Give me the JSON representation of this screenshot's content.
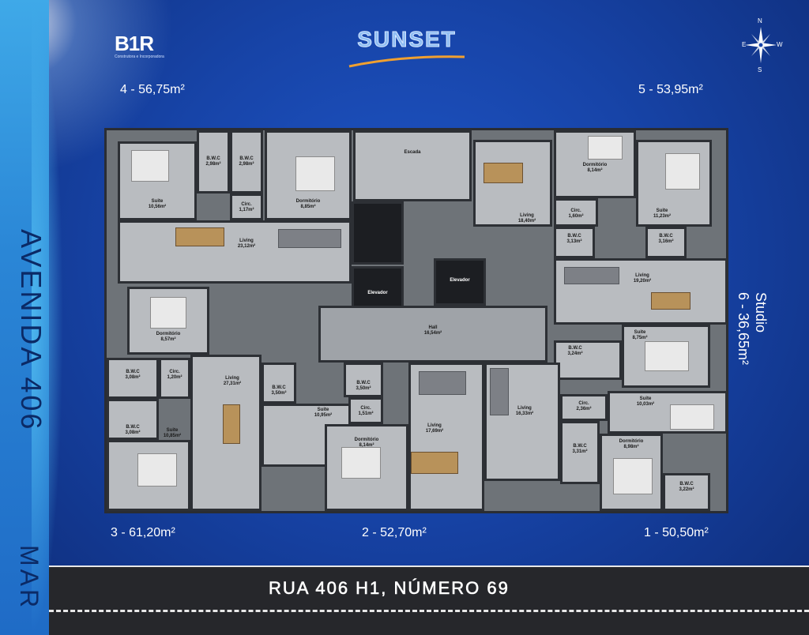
{
  "brand": {
    "logo_text": "B1R",
    "logo_sub": "Construtora e Incorporadora",
    "name": "SUNSET"
  },
  "compass": {
    "n": "N",
    "s": "S",
    "e": "E",
    "w": "W"
  },
  "streets": {
    "avenue": "AVENIDA 406",
    "sea": "MAR",
    "road": "RUA 406 H1, NÚMERO 69"
  },
  "units": {
    "u4": "4 - 56,75m²",
    "u5": "5 - 53,95m²",
    "u3": "3 - 61,20m²",
    "u2": "2 - 52,70m²",
    "u1": "1 - 50,50m²",
    "studio_line1": "Studio",
    "studio_line2": "6 - 36,65m²"
  },
  "rooms": {
    "escada": "Escada",
    "elevador1": "Elevador",
    "elevador2": "Elevador",
    "hall": "Hall\n16,54m²",
    "u4_suite": "Suite\n10,56m²",
    "u4_bwc1": "B.W.C\n2,98m²",
    "u4_bwc2": "B.W.C\n2,98m²",
    "u4_circ": "Circ.\n1,17m²",
    "u4_dorm": "Dormitório\n8,85m²",
    "u4_living": "Living\n23,12m²",
    "u3_dorm": "Dormitório\n8,57m²",
    "u3_bwc1": "B.W.C\n3,08m²",
    "u3_circ": "Circ.\n1,20m²",
    "u3_bwc2": "B.W.C\n3,08m²",
    "u3_suite": "Suite\n10,85m²",
    "u3_living": "Living\n27,31m²",
    "u2_bwc1": "B.W.C\n3,50m²",
    "u2_bwc2": "B.W.C\n3,50m²",
    "u2_suite": "Suite\n10,95m²",
    "u2_circ": "Circ.\n1,51m²",
    "u2_dorm": "Dormitório\n8,14m²",
    "u2_living": "Living\n17,69m²",
    "u5_dorm": "Dormitório\n8,14m²",
    "u5_living": "Living\n18,40m²",
    "u5_circ": "Circ.\n1,60m²",
    "u5_suite": "Suite\n11,23m²",
    "u5_bwc1": "B.W.C\n3,13m²",
    "u5_bwc2": "B.W.C\n3,16m²",
    "u6_living": "Living\n19,20m²",
    "u6_suite": "Suite\n8,75m²",
    "u6_bwc": "B.W.C\n3,24m²",
    "u1_living": "Living\n16,33m²",
    "u1_circ": "Circ.\n2,36m²",
    "u1_suite": "Suite\n10,03m²",
    "u1_bwc1": "B.W.C\n3,31m²",
    "u1_dorm": "Dormitório\n8,98m²",
    "u1_bwc2": "B.W.C\n3,22m²"
  }
}
